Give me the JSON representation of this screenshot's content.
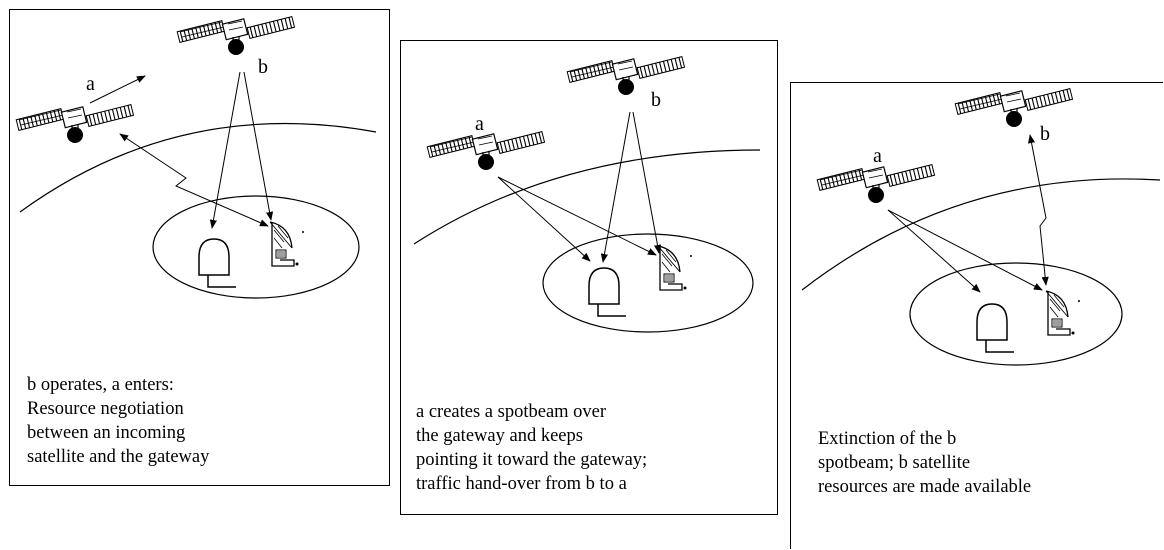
{
  "panels": [
    {
      "caption": [
        "b operates, a enters:",
        "Resource negotiation",
        "between an incoming",
        "satellite and the gateway"
      ],
      "satellite_labels": {
        "a": "a",
        "b": "b"
      }
    },
    {
      "caption": [
        "a creates a spotbeam over",
        "the gateway and keeps",
        "pointing it toward the gateway;",
        "traffic hand-over from b to a"
      ],
      "satellite_labels": {
        "a": "a",
        "b": "b"
      }
    },
    {
      "caption": [
        "Extinction of the b",
        "spotbeam; b satellite",
        "resources are made available"
      ],
      "satellite_labels": {
        "a": "a",
        "b": "b"
      }
    }
  ],
  "icons": {
    "satellite": "satellite-icon",
    "terminal": "user-terminal-icon",
    "gateway": "gateway-antenna-icon"
  }
}
